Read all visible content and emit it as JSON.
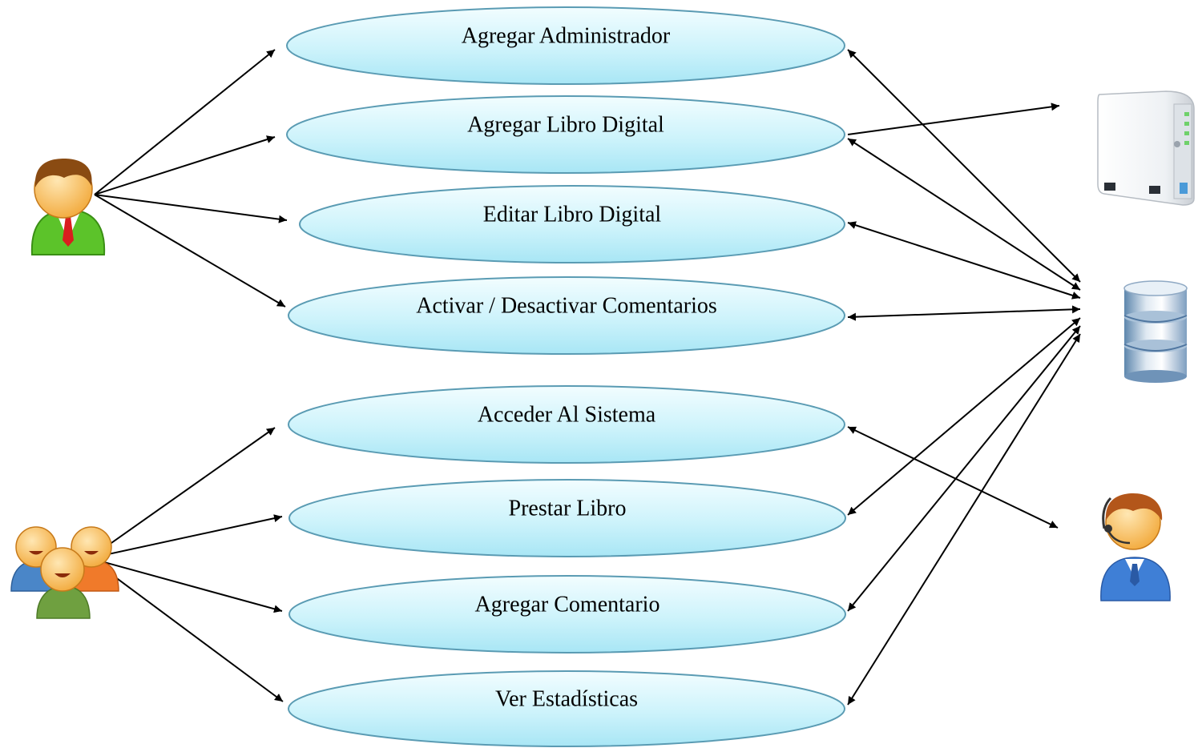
{
  "use_cases": [
    {
      "label": "Agregar Administrador"
    },
    {
      "label": "Agregar Libro Digital"
    },
    {
      "label": "Editar Libro Digital"
    },
    {
      "label": "Activar / Desactivar Comentarios"
    },
    {
      "label": "Acceder Al Sistema"
    },
    {
      "label": "Prestar Libro"
    },
    {
      "label": "Agregar Comentario"
    },
    {
      "label": "Ver Estadísticas"
    }
  ],
  "actors": [
    {
      "icon": "admin-user-icon"
    },
    {
      "icon": "user-group-icon"
    },
    {
      "icon": "server-icon"
    },
    {
      "icon": "database-icon"
    },
    {
      "icon": "support-agent-icon"
    }
  ],
  "colors": {
    "ellipse_fill_top": "#eefcff",
    "ellipse_fill_bottom": "#aeeaf7",
    "ellipse_stroke": "#5a9bb3",
    "arrow": "#000000"
  }
}
